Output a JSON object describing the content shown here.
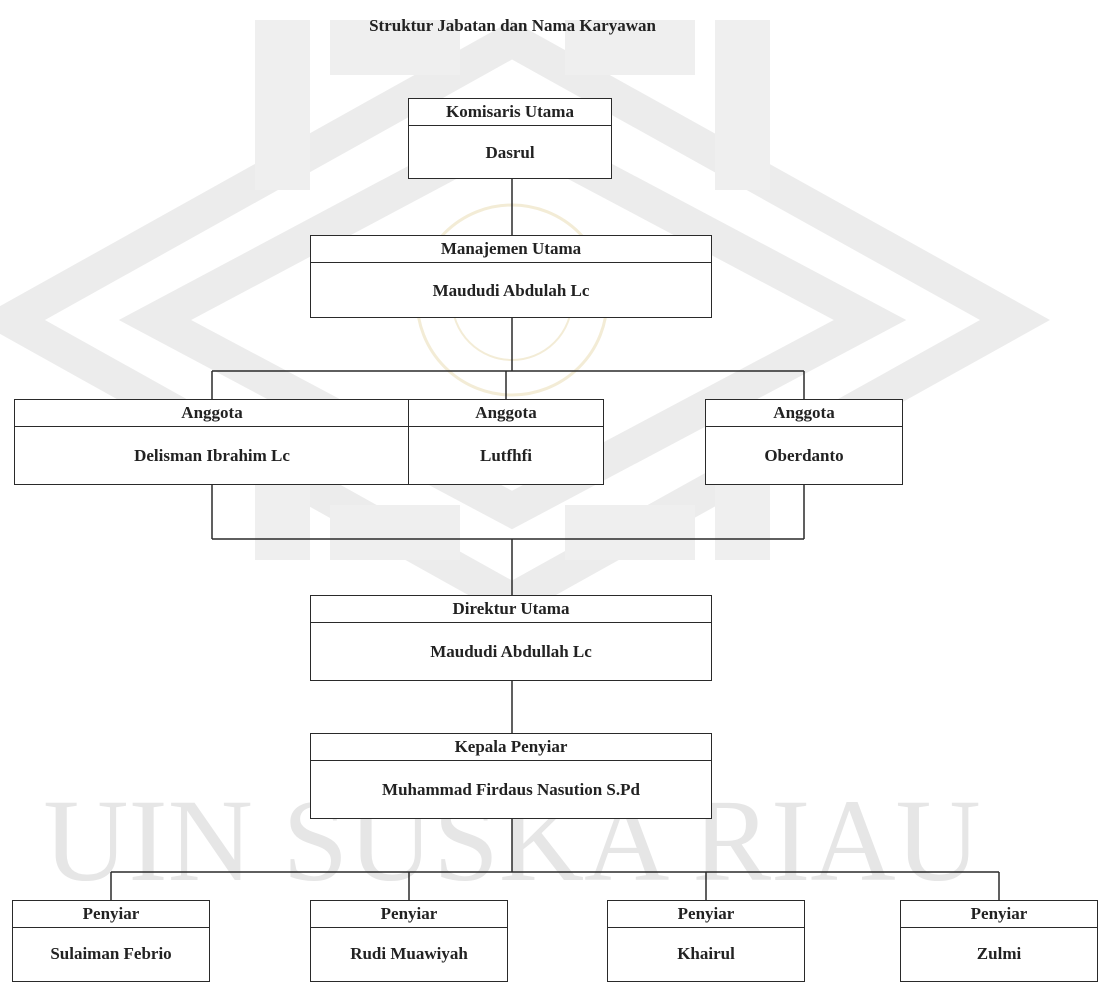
{
  "title": "Struktur Jabatan dan Nama Karyawan",
  "watermark": {
    "text": "UIN SUSKA RIAU",
    "color": "#e6e6e6"
  },
  "colors": {
    "line": "#2a2a2a",
    "text": "#222222"
  },
  "org": {
    "komisaris": {
      "role": "Komisaris Utama",
      "name": "Dasrul"
    },
    "manajemen": {
      "role": "Manajemen Utama",
      "name": "Maududi Abdulah Lc"
    },
    "anggota": [
      {
        "role": "Anggota",
        "name": "Delisman Ibrahim Lc"
      },
      {
        "role": "Anggota",
        "name": "Lutfhfi"
      },
      {
        "role": "Anggota",
        "name": "Oberdanto"
      }
    ],
    "direktur": {
      "role": "Direktur Utama",
      "name": "Maududi Abdullah Lc"
    },
    "kepala": {
      "role": "Kepala Penyiar",
      "name": "Muhammad Firdaus Nasution S.Pd"
    },
    "penyiar": [
      {
        "role": "Penyiar",
        "name": "Sulaiman Febrio"
      },
      {
        "role": "Penyiar",
        "name": "Rudi Muawiyah"
      },
      {
        "role": "Penyiar",
        "name": "Khairul"
      },
      {
        "role": "Penyiar",
        "name": "Zulmi"
      }
    ]
  }
}
